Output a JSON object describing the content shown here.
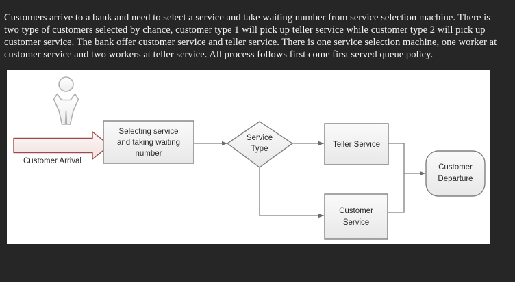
{
  "description": {
    "text": "Customers arrive to a bank and need to select a service and take waiting number from service selection machine. There is two type of customers selected by chance, customer type 1 will pick up teller service while customer type 2 will pick up customer service. The bank offer customer service and teller service. There is one service selection machine, one worker at customer service and two workers at teller service. All process follows first come first served queue policy."
  },
  "diagram": {
    "title": "bank-service-process-flowchart",
    "type": "flowchart",
    "colors": {
      "panel_background": "#ffffff",
      "page_background": "#262626",
      "shape_fill_top": "#f7f7f7",
      "shape_fill_bottom": "#e9e9e9",
      "shape_stroke": "#808080",
      "connector_stroke": "#7f7f7f",
      "arrival_arrow_stroke": "#9e4a4a",
      "arrival_arrow_fill": "#f6eceb",
      "text": "#2a2a2a"
    },
    "actor": {
      "name": "customer-person-icon",
      "label": "Customer Arrival"
    },
    "nodes": [
      {
        "id": "selecting",
        "shape": "rectangle",
        "line1": "Selecting service",
        "line2": "and taking waiting",
        "line3": "number"
      },
      {
        "id": "service_type",
        "shape": "diamond",
        "line1": "Service",
        "line2": "Type"
      },
      {
        "id": "teller",
        "shape": "rectangle",
        "line1": "Teller Service"
      },
      {
        "id": "customer",
        "shape": "rectangle",
        "line1": "Customer",
        "line2": "Service"
      },
      {
        "id": "departure",
        "shape": "rounded-rectangle",
        "line1": "Customer",
        "line2": "Departure"
      }
    ],
    "edges": [
      {
        "from": "customer-arrival",
        "to": "selecting",
        "style": "block-arrow"
      },
      {
        "from": "selecting",
        "to": "service_type",
        "style": "line-arrow"
      },
      {
        "from": "service_type",
        "to": "teller",
        "style": "line-arrow"
      },
      {
        "from": "service_type",
        "to": "customer",
        "style": "elbow-arrow"
      },
      {
        "from": "teller",
        "to": "departure",
        "style": "elbow-arrow"
      },
      {
        "from": "customer",
        "to": "departure",
        "style": "elbow-arrow"
      }
    ]
  }
}
